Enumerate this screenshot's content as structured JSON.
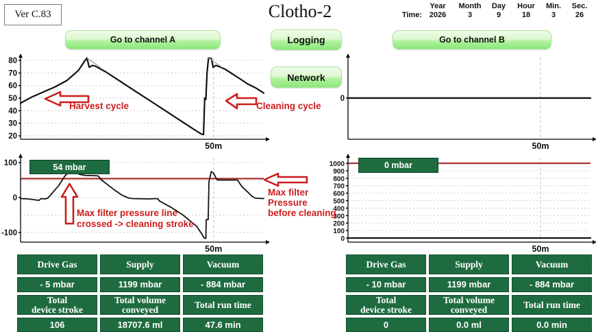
{
  "app": {
    "version": "Ver C.83",
    "title": "Clotho-2"
  },
  "time": {
    "label": "Time:",
    "cols": [
      {
        "label": "Year",
        "value": "2026"
      },
      {
        "label": "Month",
        "value": "3"
      },
      {
        "label": "Day",
        "value": "9"
      },
      {
        "label": "Hour",
        "value": "18"
      },
      {
        "label": "Min.",
        "value": "3"
      },
      {
        "label": "Sec.",
        "value": "26"
      }
    ]
  },
  "buttons": {
    "channel_a": "Go to channel A",
    "channel_b": "Go to channel B",
    "logging": "Logging",
    "network": "Network"
  },
  "badges": {
    "channel_a_pressure": "54 mbar",
    "channel_b_pressure": "0 mbar"
  },
  "annotations": {
    "harvest": "Harvest cycle",
    "cleaning": "Cleaning cycle",
    "crossed_line1": "Max filter pressure line",
    "crossed_line2": "crossed -> cleaning stroke",
    "side_line1": "Max filter",
    "side_line2": "Pressure",
    "side_line3": "before cleaning"
  },
  "colors": {
    "button_green_top": "#f0fdea",
    "button_green_bottom": "#8ae87a",
    "panel_green": "#1e6b40",
    "annotation_red": "#cc1d1d",
    "ref_line_red": "#a83434"
  },
  "chart_data": [
    {
      "id": "channel-a-level",
      "type": "line",
      "title": "",
      "xlabel": "",
      "ylabel": "",
      "xlim": [
        0,
        63
      ],
      "ylim": [
        17.3,
        82.2
      ],
      "yticks": [
        80,
        70,
        60,
        50,
        40,
        30,
        20
      ],
      "ygrid": [
        20,
        30,
        40,
        50,
        60,
        70,
        80
      ],
      "xticks": [
        {
          "value": 50,
          "label": "50m"
        }
      ],
      "series": [
        {
          "name": "fill-level",
          "color": "#111111",
          "width": 2.2,
          "points": [
            [
              0,
              46
            ],
            [
              3,
              51
            ],
            [
              6,
              55
            ],
            [
              9,
              59
            ],
            [
              12,
              64
            ],
            [
              15,
              72
            ],
            [
              16.5,
              79
            ],
            [
              17.2,
              82
            ],
            [
              17.8,
              74.5
            ],
            [
              18.6,
              76
            ],
            [
              19.3,
              75.5
            ],
            [
              22,
              71
            ],
            [
              26,
              63
            ],
            [
              30,
              55
            ],
            [
              34,
              47
            ],
            [
              38,
              39
            ],
            [
              42,
              31
            ],
            [
              45,
              25
            ],
            [
              46.8,
              21.5
            ],
            [
              47.4,
              21
            ],
            [
              47.7,
              50
            ],
            [
              48.0,
              49
            ],
            [
              48.3,
              70
            ],
            [
              48.7,
              82
            ],
            [
              49.4,
              81.5
            ],
            [
              49.9,
              74.5
            ],
            [
              50.6,
              76
            ],
            [
              51.5,
              75
            ],
            [
              53,
              73
            ],
            [
              55,
              69
            ],
            [
              57,
              65
            ],
            [
              59,
              61
            ],
            [
              61,
              58
            ],
            [
              63,
              54
            ]
          ]
        },
        {
          "name": "ideal-segment-1",
          "color": "#9a9a9a",
          "width": 1.2,
          "points": [
            [
              17.2,
              82
            ],
            [
              20.6,
              74.5
            ]
          ]
        },
        {
          "name": "ideal-segment-2",
          "color": "#9a9a9a",
          "width": 1.2,
          "points": [
            [
              48.7,
              82
            ],
            [
              52.2,
              74.5
            ]
          ]
        }
      ]
    },
    {
      "id": "channel-b-level",
      "type": "line",
      "title": "",
      "xlim": [
        0,
        63
      ],
      "ylim": [
        -1.02,
        1.0
      ],
      "yticks": [
        0
      ],
      "ygrid": [],
      "xticks": [
        {
          "value": 50,
          "label": "50m"
        }
      ],
      "series": [
        {
          "name": "fill-level",
          "color": "#111111",
          "width": 2.4,
          "points": [
            [
              0,
              0
            ],
            [
              63,
              0
            ]
          ]
        }
      ]
    },
    {
      "id": "channel-a-pressure",
      "type": "line",
      "title": "",
      "xlim": [
        0,
        63
      ],
      "ylim": [
        -127.5,
        113.7
      ],
      "yticks": [
        100,
        0,
        -100
      ],
      "ygrid": [
        100,
        50,
        0,
        -50,
        -100
      ],
      "xticks": [
        {
          "value": 50,
          "label": "50m"
        }
      ],
      "ref_lines": [
        {
          "name": "max-filter-pressure",
          "value": 54,
          "color": "#a83434"
        }
      ],
      "series": [
        {
          "name": "filter-pressure",
          "color": "#111111",
          "width": 1.8,
          "points": [
            [
              0,
              -3
            ],
            [
              2,
              -4
            ],
            [
              4.8,
              -8
            ],
            [
              5.3,
              -3
            ],
            [
              6.4,
              -4
            ],
            [
              7.1,
              -1
            ],
            [
              8,
              10
            ],
            [
              8.9,
              22
            ],
            [
              9.8,
              33
            ],
            [
              10.8,
              50
            ],
            [
              11.5,
              62
            ],
            [
              12.4,
              71
            ],
            [
              13.3,
              75
            ],
            [
              14.2,
              72
            ],
            [
              15.3,
              66
            ],
            [
              16.9,
              63
            ],
            [
              18.3,
              63
            ],
            [
              20.1,
              62
            ],
            [
              20.9,
              51
            ],
            [
              22.5,
              37
            ],
            [
              24.3,
              22
            ],
            [
              26.1,
              8
            ],
            [
              27.9,
              -1
            ],
            [
              29,
              -3
            ],
            [
              33,
              -4
            ],
            [
              35.5,
              -3
            ],
            [
              36,
              -10
            ],
            [
              39,
              -28
            ],
            [
              42.1,
              -50
            ],
            [
              43.8,
              -66
            ],
            [
              45.6,
              -82
            ],
            [
              46.7,
              -100
            ],
            [
              47.6,
              -116
            ],
            [
              48.0,
              -117
            ],
            [
              48.1,
              -63
            ],
            [
              48.6,
              -63
            ],
            [
              48.8,
              45
            ],
            [
              49.4,
              74
            ],
            [
              50,
              70
            ],
            [
              50.8,
              52
            ],
            [
              51.2,
              50
            ],
            [
              56.2,
              50
            ],
            [
              57.3,
              32
            ],
            [
              58.9,
              15
            ],
            [
              60,
              3
            ],
            [
              60.9,
              -2
            ],
            [
              63,
              -3
            ]
          ]
        }
      ]
    },
    {
      "id": "channel-b-pressure",
      "type": "line",
      "title": "",
      "xlim": [
        0,
        63
      ],
      "ylim": [
        -55,
        1073
      ],
      "yticks": [
        1000,
        900,
        800,
        700,
        600,
        500,
        400,
        300,
        200,
        100,
        0
      ],
      "ygrid": [
        0,
        100,
        200,
        300,
        400,
        500,
        600,
        700,
        800,
        900,
        1000
      ],
      "xticks": [
        {
          "value": 50,
          "label": "50m"
        }
      ],
      "ref_lines": [
        {
          "name": "max-filter-pressure",
          "value": 1000,
          "color": "#a83434"
        }
      ],
      "series": [
        {
          "name": "filter-pressure",
          "color": "#111111",
          "width": 2.2,
          "points": [
            [
              0,
              0
            ],
            [
              63,
              0
            ]
          ]
        }
      ]
    }
  ],
  "panels": {
    "a": {
      "h1": [
        "Drive Gas",
        "Supply",
        "Vacuum"
      ],
      "v1": [
        "-  5 mbar",
        "1199 mbar",
        "- 884 mbar"
      ],
      "h2": [
        "Total\ndevice stroke",
        "Total volume\nconveyed",
        "Total run time"
      ],
      "v2": [
        "106",
        "18707.6  ml",
        "47.6  min"
      ]
    },
    "b": {
      "h1": [
        "Drive Gas",
        "Supply",
        "Vacuum"
      ],
      "v1": [
        "-  10 mbar",
        "1199 mbar",
        "- 884 mbar"
      ],
      "h2": [
        "Total\ndevice stroke",
        "Total volume\nconveyed",
        "Total run time"
      ],
      "v2": [
        "0",
        "0.0  ml",
        "0.0  min"
      ]
    }
  }
}
